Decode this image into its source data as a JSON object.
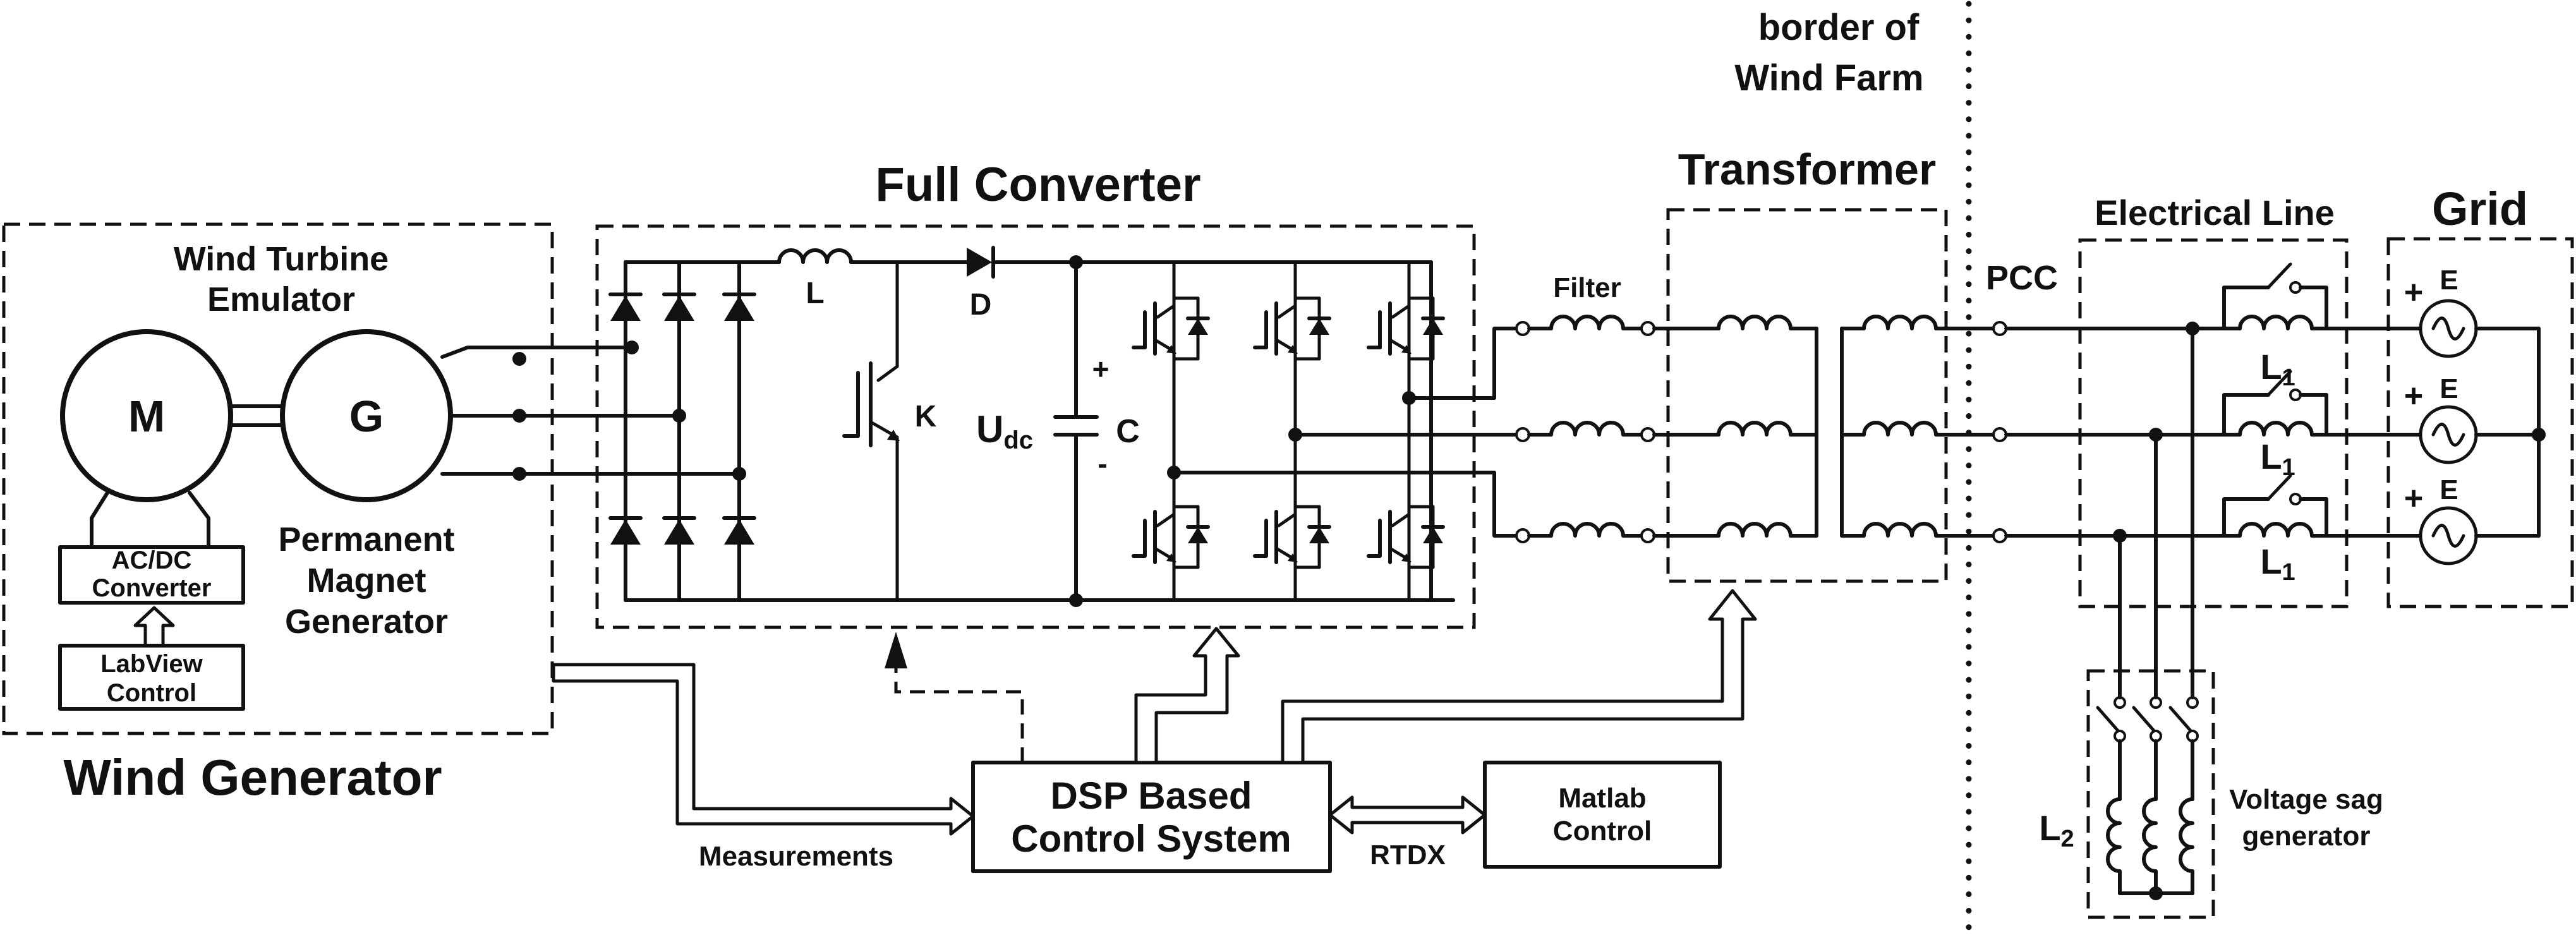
{
  "labels": {
    "border": [
      "border of",
      "Wind Farm"
    ],
    "full_converter": "Full Converter",
    "transformer": "Transformer",
    "electrical_line": "Electrical Line",
    "grid": "Grid",
    "wind_turbine_emulator": [
      "Wind Turbine",
      "Emulator"
    ],
    "motor": "M",
    "generator": "G",
    "pmg": [
      "Permanent",
      "Magnet",
      "Generator"
    ],
    "acdc": [
      "AC/DC",
      "Converter"
    ],
    "labview": [
      "LabView",
      "Control"
    ],
    "wind_generator": "Wind Generator",
    "inductor_L": "L",
    "diode_D": "D",
    "switch_K": "K",
    "udc": "U",
    "udc_sub": "dc",
    "cap_C": "C",
    "plus": "+",
    "minus": "-",
    "filter": "Filter",
    "pcc": "PCC",
    "l1": "L",
    "l1_sub": "1",
    "source_E": "E",
    "source_plus": "+",
    "l2": "L",
    "l2_sub": "2",
    "voltage_sag": [
      "Voltage sag",
      "generator"
    ],
    "dsp": [
      "DSP Based",
      "Control System"
    ],
    "matlab": [
      "Matlab",
      "Control"
    ],
    "measurements": "Measurements",
    "rtdx": "RTDX"
  },
  "colors": {
    "ink": "#111111",
    "background": "#ffffff"
  }
}
